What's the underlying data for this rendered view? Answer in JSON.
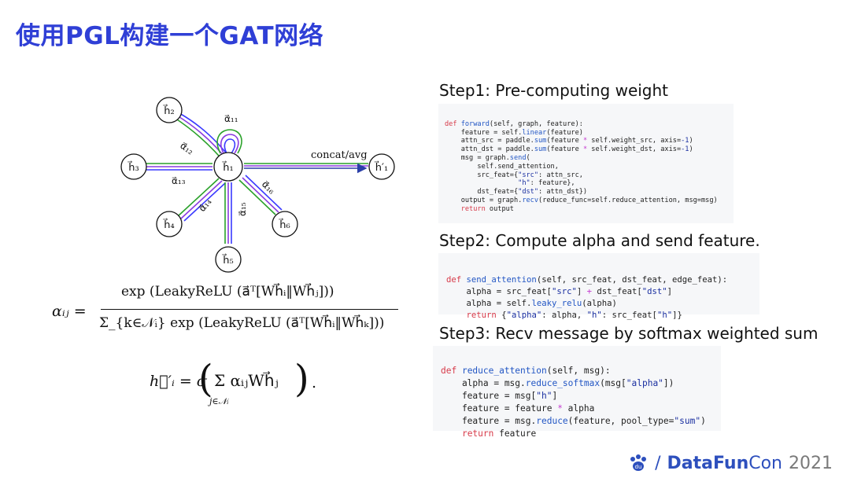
{
  "title": "使用PGL构建一个GAT网络",
  "graph": {
    "nodes": {
      "center": "h⃗₁",
      "h2": "h⃗₂",
      "h3": "h⃗₃",
      "h4": "h⃗₄",
      "h5": "h⃗₅",
      "h6": "h⃗₆",
      "out": "h⃗′₁"
    },
    "edge_labels": {
      "a11": "α⃗₁₁",
      "a12": "α⃗₁₂",
      "a13": "α⃗₁₃",
      "a14": "α⃗₁₄",
      "a15": "α⃗₁₅",
      "a16": "α⃗₁₆"
    },
    "concat_label": "concat/avg",
    "colors": {
      "green": "#2aa12a",
      "purple": "#8a3be0",
      "blue": "#3a3aff",
      "out_arrow": "#2b3fa8"
    }
  },
  "formula": {
    "alpha_lhs": "αᵢⱼ =",
    "numerator": "exp (LeakyReLU (a⃗ᵀ[Wh⃗ᵢ‖Wh⃗ⱼ]))",
    "denominator": "Σ_{k∈𝒩ᵢ} exp (LeakyReLU (a⃗ᵀ[Wh⃗ᵢ‖Wh⃗ₖ]))",
    "update_lhs": "h⃗′ᵢ = σ",
    "update_body": "Σ αᵢⱼWh⃗ⱼ",
    "update_sub": "j∈𝒩ᵢ",
    "update_end": "."
  },
  "steps": [
    {
      "heading": "Step1: Pre-computing weight"
    },
    {
      "heading": "Step2: Compute alpha and send feature."
    },
    {
      "heading": "Step3: Recv message by softmax weighted sum"
    }
  ],
  "code": {
    "step1": [
      "def forward(self, graph, feature):",
      "    feature = self.linear(feature)",
      "    attn_src = paddle.sum(feature * self.weight_src, axis=-1)",
      "    attn_dst = paddle.sum(feature * self.weight_dst, axis=-1)",
      "    msg = graph.send(",
      "        self.send_attention,",
      "        src_feat={\"src\": attn_src,",
      "                  \"h\": feature},",
      "        dst_feat={\"dst\": attn_dst})",
      "    output = graph.recv(reduce_func=self.reduce_attention, msg=msg)",
      "    return output"
    ],
    "step2": [
      "def send_attention(self, src_feat, dst_feat, edge_feat):",
      "    alpha = src_feat[\"src\"] + dst_feat[\"dst\"]",
      "    alpha = self.leaky_relu(alpha)",
      "    return {\"alpha\": alpha, \"h\": src_feat[\"h\"]}"
    ],
    "step3": [
      "def reduce_attention(self, msg):",
      "    alpha = msg.reduce_softmax(msg[\"alpha\"])",
      "    feature = msg[\"h\"]",
      "    feature = feature * alpha",
      "    feature = msg.reduce(feature, pool_type=\"sum\")",
      "    return feature"
    ]
  },
  "logo": {
    "brand": "DataFun",
    "suffix": "Con",
    "year": "2021",
    "separator": "/"
  }
}
